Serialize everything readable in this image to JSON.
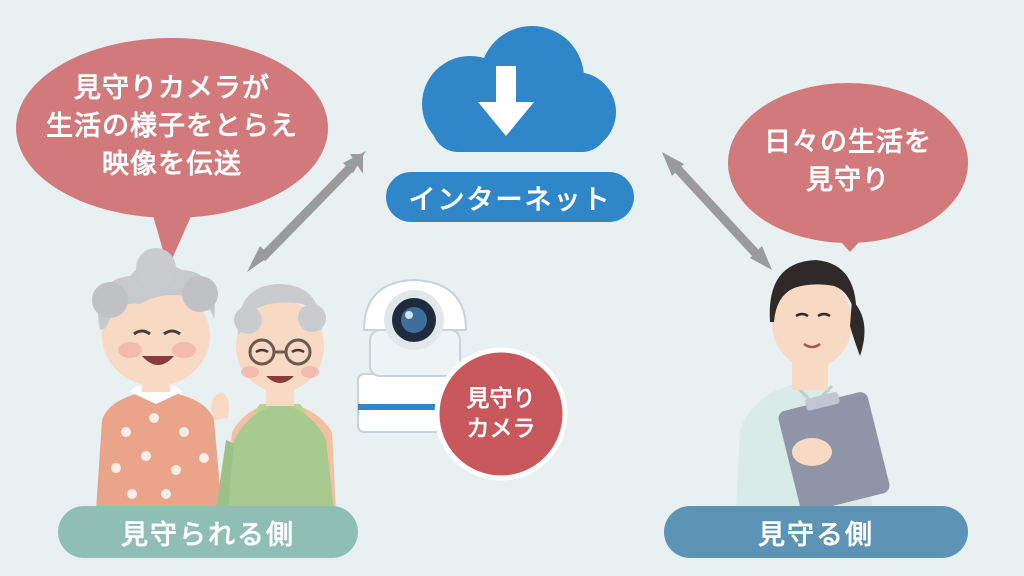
{
  "bubbles": {
    "left": "見守りカメラが\n生活の様子をとらえ\n映像を伝送",
    "right": "日々の生活を\n見守り"
  },
  "internet_label": "インターネット",
  "camera_label": "見守り\nカメラ",
  "watched_label": "見守られる側",
  "watcher_label": "見守る側",
  "colors": {
    "background": "#e9f0f2",
    "bubble": "#d1797b",
    "cloud": "#2f86c8",
    "internet_pill": "#2f86c8",
    "camera_circle": "#c9585d",
    "watched_pill": "#8fbfb4",
    "watcher_pill": "#5d93b4",
    "arrow": "#9b9b9b"
  },
  "icons": [
    "cloud-download-icon",
    "security-camera-icon",
    "double-arrow-icon"
  ]
}
